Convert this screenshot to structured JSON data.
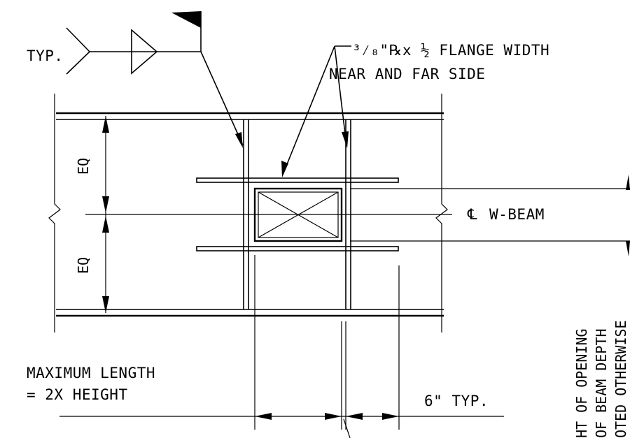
{
  "labels": {
    "weld_typ": "TYP.",
    "plate_line1": "³⁄₈\"℞x ½ FLANGE WIDTH",
    "plate_line2": "NEAR AND FAR SIDE",
    "centerline_symbol": "℄",
    "centerline_label": "W-BEAM",
    "eq_top": "EQ",
    "eq_bottom": "EQ",
    "max_len_line1": "MAXIMUM LENGTH",
    "max_len_line2": "= 2X HEIGHT",
    "six_typ": "6\" TYP.",
    "side_note_line1": "HT OF OPENING",
    "side_note_line2": "OF BEAM DEPTH",
    "side_note_line3": "OTED OTHERWISE"
  }
}
